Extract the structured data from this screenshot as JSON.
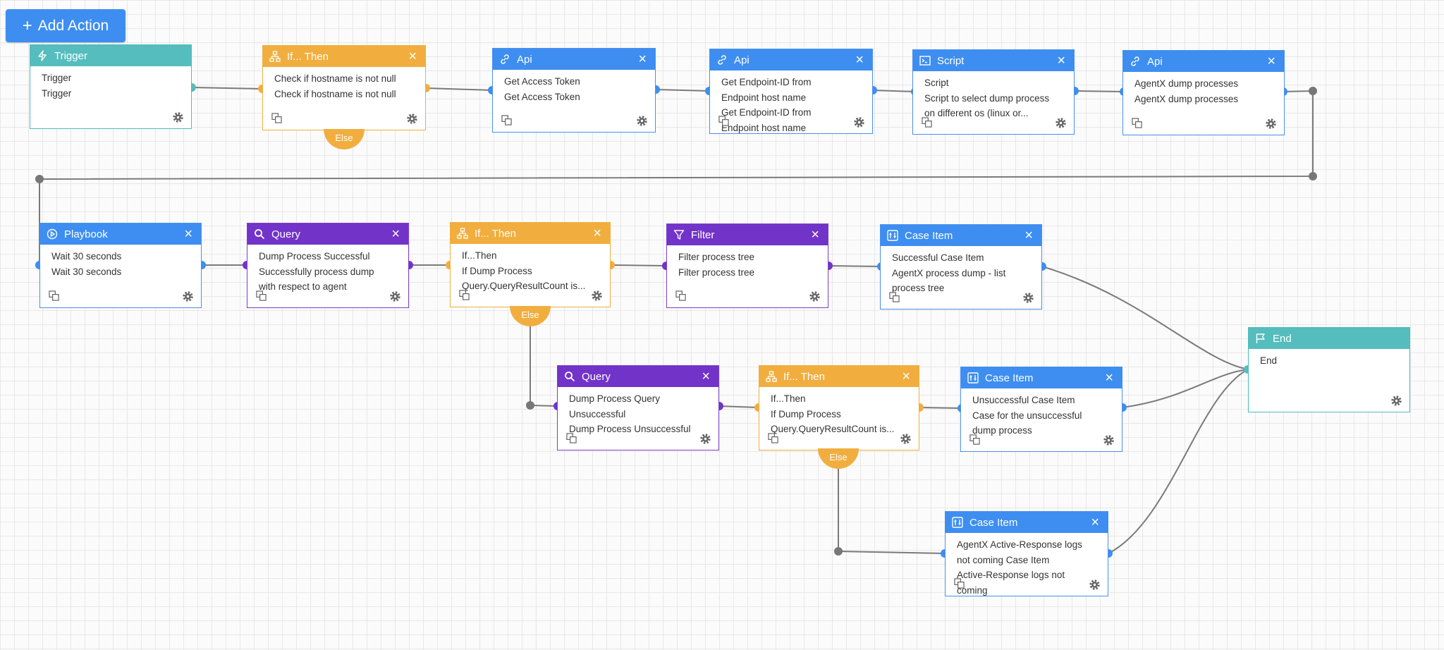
{
  "toolbar": {
    "add_action_label": "Add Action"
  },
  "colors": {
    "trigger": "#55bdbd",
    "if": "#f1ae3f",
    "api": "#3d8ef0",
    "query": "#7233c9",
    "edge": "#7a7a7a",
    "canvas": "#fbfbfb"
  },
  "nodes": {
    "trigger": {
      "title": "Trigger",
      "lines": [
        "Trigger",
        "Trigger"
      ]
    },
    "if1": {
      "title": "If... Then",
      "lines": [
        "Check if hostname is not null",
        "Check if hostname is not null"
      ],
      "else_label": "Else"
    },
    "api1": {
      "title": "Api",
      "lines": [
        "Get Access Token",
        "Get Access Token"
      ]
    },
    "api2": {
      "title": "Api",
      "lines": [
        "Get Endpoint-ID from",
        "Endpoint host name",
        "Get Endpoint-ID from",
        "Endpoint host name"
      ]
    },
    "script": {
      "title": "Script",
      "lines": [
        "Script",
        "Script to select dump process",
        "on different os (linux or..."
      ]
    },
    "api3": {
      "title": "Api",
      "lines": [
        "AgentX dump processes",
        "AgentX dump processes"
      ]
    },
    "playbook": {
      "title": "Playbook",
      "lines": [
        "Wait 30 seconds",
        "Wait 30 seconds"
      ]
    },
    "query1": {
      "title": "Query",
      "lines": [
        "Dump Process Successful",
        "Successfully process dump",
        "with respect to agent"
      ]
    },
    "if2": {
      "title": "If... Then",
      "lines": [
        "If...Then",
        "If Dump Process",
        "Query.QueryResultCount is..."
      ],
      "else_label": "Else"
    },
    "filter": {
      "title": "Filter",
      "lines": [
        "Filter process tree",
        "Filter process tree"
      ]
    },
    "case1": {
      "title": "Case Item",
      "lines": [
        "Successful Case Item",
        "AgentX process dump - list",
        "process tree"
      ]
    },
    "end": {
      "title": "End",
      "lines": [
        "End"
      ]
    },
    "query2": {
      "title": "Query",
      "lines": [
        "Dump Process Query",
        "Unsuccessful",
        "Dump Process Unsuccessful"
      ]
    },
    "if3": {
      "title": "If... Then",
      "lines": [
        "If...Then",
        "If Dump Process",
        "Query.QueryResultCount is..."
      ],
      "else_label": "Else"
    },
    "case2": {
      "title": "Case Item",
      "lines": [
        "Unsuccessful Case Item",
        "Case for the unsuccessful",
        "dump process"
      ]
    },
    "case3": {
      "title": "Case Item",
      "lines": [
        "AgentX Active-Response logs",
        "not coming Case Item",
        "Active-Response logs not",
        "coming"
      ]
    }
  },
  "icons": {
    "trigger": "lightning-icon",
    "if": "branch-icon",
    "api": "link-icon",
    "script": "terminal-icon",
    "playbook": "play-circle-icon",
    "query": "search-icon",
    "filter": "funnel-icon",
    "case": "case-icon",
    "end": "flag-icon",
    "close": "close-icon",
    "copy": "copy-icon",
    "gear": "gear-icon"
  }
}
